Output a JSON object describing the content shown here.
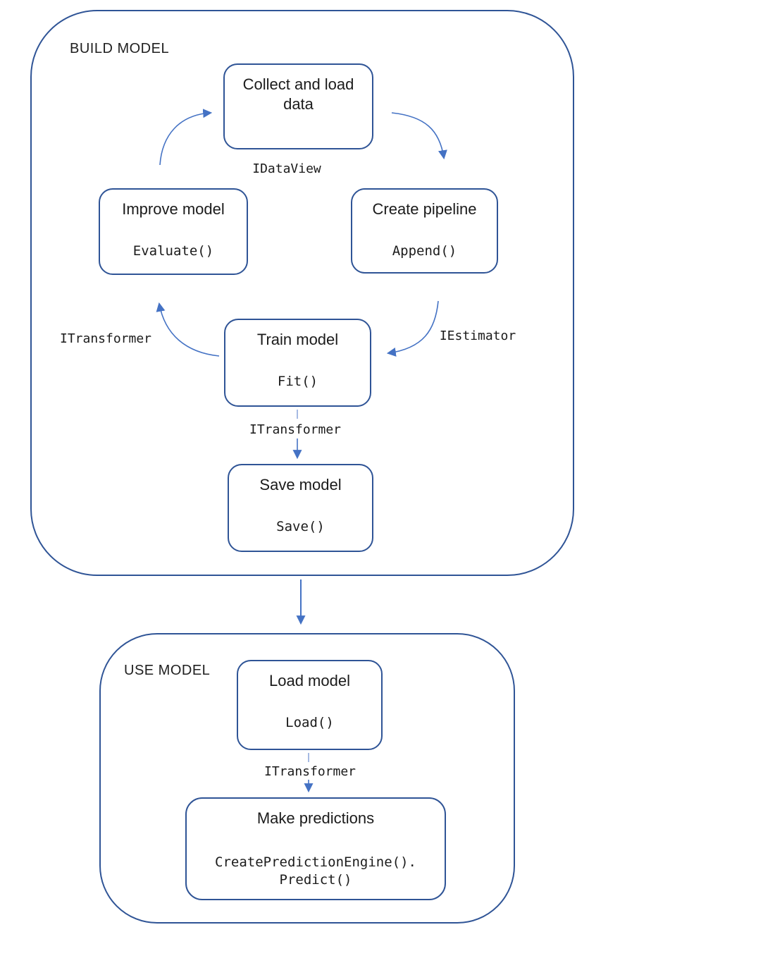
{
  "diagram": {
    "build": {
      "label": "BUILD MODEL",
      "boxes": {
        "collect": {
          "title": "Collect and load data"
        },
        "improve": {
          "title": "Improve model",
          "method": "Evaluate()"
        },
        "pipeline": {
          "title": "Create pipeline",
          "method": "Append()"
        },
        "train": {
          "title": "Train model",
          "method": "Fit()"
        },
        "save": {
          "title": "Save model",
          "method": "Save()"
        }
      },
      "connectors": {
        "idataview": "IDataView",
        "iestimator": "IEstimator",
        "itransformer_left": "ITransformer",
        "itransformer_mid": "ITransformer"
      }
    },
    "use": {
      "label": "USE MODEL",
      "boxes": {
        "load": {
          "title": "Load model",
          "method": "Load()"
        },
        "predict": {
          "title": "Make predictions",
          "method": "CreatePredictionEngine().\nPredict()"
        }
      },
      "connectors": {
        "itransformer": "ITransformer"
      }
    },
    "colors": {
      "box_border": "#2f5496",
      "arrow": "#4472c4",
      "arrow_light": "#8fa9dc",
      "text": "#1b1b1b"
    }
  }
}
